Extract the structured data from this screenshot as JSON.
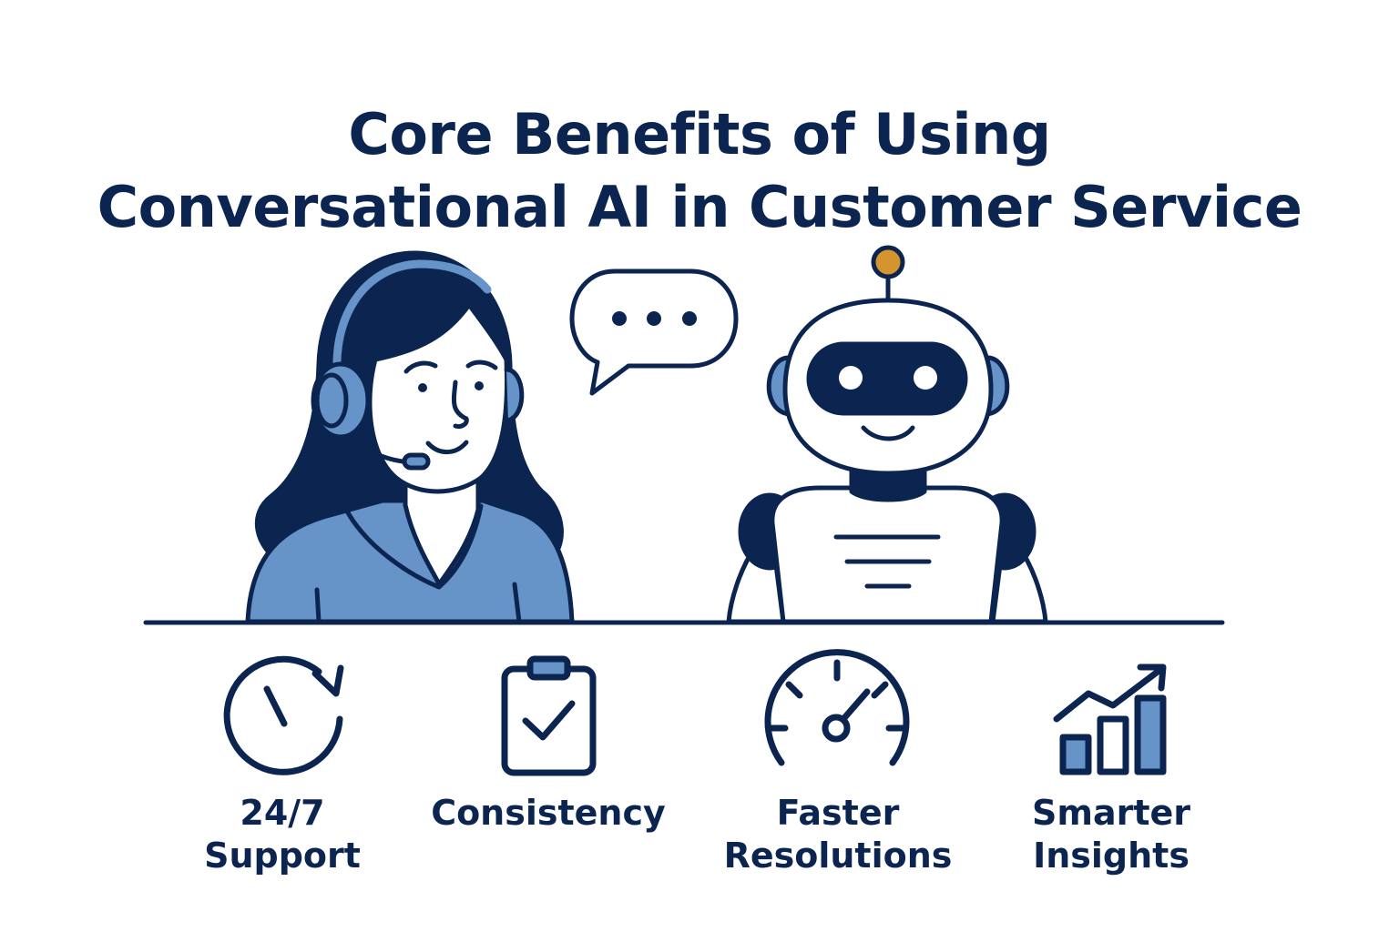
{
  "title": {
    "line1": "Core Benefits of Using",
    "line2": "Conversational AI in Customer Service"
  },
  "colors": {
    "navy": "#0b2550",
    "blue": "#6694c9",
    "accent": "#d4942e",
    "background": "#ffffff"
  },
  "illustration": {
    "agent": "headset-agent-illustration",
    "robot": "robot-illustration",
    "bubble": "speech-bubble-icon"
  },
  "benefits": [
    {
      "icon": "clock-refresh-icon",
      "line1": "24/7",
      "line2": "Support"
    },
    {
      "icon": "clipboard-check-icon",
      "line1": "Consistency",
      "line2": ""
    },
    {
      "icon": "speedometer-icon",
      "line1": "Faster",
      "line2": "Resolutions"
    },
    {
      "icon": "growth-chart-icon",
      "line1": "Smarter",
      "line2": "Insights"
    }
  ]
}
